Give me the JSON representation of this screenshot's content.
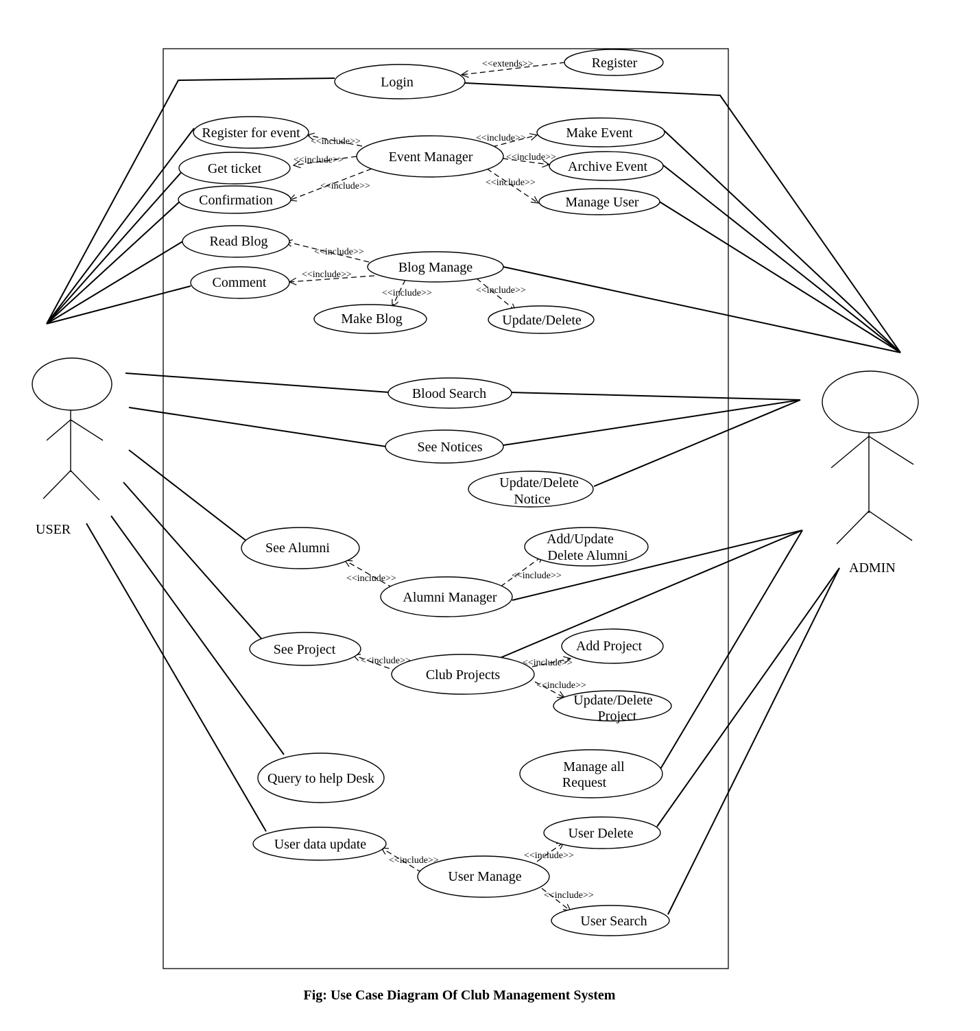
{
  "actors": {
    "user": "USER",
    "admin": "ADMIN"
  },
  "use_cases": {
    "login": "Login",
    "register": "Register",
    "register_for_event": "Register for event",
    "get_ticket": "Get ticket",
    "confirmation": "Confirmation",
    "event_manager": "Event Manager",
    "make_event": "Make Event",
    "archive_event": "Archive Event",
    "manage_user": "Manage User",
    "read_blog": "Read Blog",
    "comment": "Comment",
    "blog_manage": "Blog Manage",
    "make_blog": "Make Blog",
    "update_delete_blog": "Update/Delete",
    "blood_search": "Blood Search",
    "see_notices": "See Notices",
    "update_delete_notice_1": "Update/Delete",
    "update_delete_notice_2": "Notice",
    "see_alumni": "See Alumni",
    "add_update_alumni_1": "Add/Update",
    "add_update_alumni_2": "Delete Alumni",
    "alumni_manager": "Alumni Manager",
    "see_project": "See Project",
    "club_projects": "Club Projects",
    "add_project": "Add Project",
    "update_delete_project_1": "Update/Delete",
    "update_delete_project_2": "Project",
    "query_help_desk": "Query to help Desk",
    "manage_all_request_1": "Manage all",
    "manage_all_request_2": "Request",
    "user_data_update": "User data update",
    "user_manage": "User Manage",
    "user_delete": "User Delete",
    "user_search": "User Search"
  },
  "relations": {
    "extends": "<<extends>>",
    "include": "<<include>>"
  },
  "caption": "Fig: Use Case Diagram Of Club Management System"
}
